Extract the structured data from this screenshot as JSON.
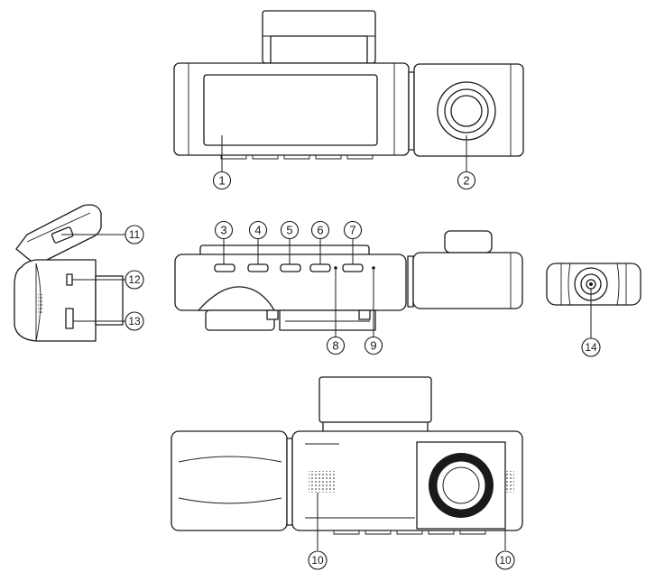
{
  "callouts": [
    {
      "id": "1",
      "label": "1"
    },
    {
      "id": "2",
      "label": "2"
    },
    {
      "id": "3",
      "label": "3"
    },
    {
      "id": "4",
      "label": "4"
    },
    {
      "id": "5",
      "label": "5"
    },
    {
      "id": "6",
      "label": "6"
    },
    {
      "id": "7",
      "label": "7"
    },
    {
      "id": "8",
      "label": "8"
    },
    {
      "id": "9",
      "label": "9"
    },
    {
      "id": "10a",
      "label": "10"
    },
    {
      "id": "10b",
      "label": "10"
    },
    {
      "id": "11",
      "label": "11"
    },
    {
      "id": "12",
      "label": "12"
    },
    {
      "id": "13",
      "label": "13"
    },
    {
      "id": "14",
      "label": "14"
    }
  ]
}
